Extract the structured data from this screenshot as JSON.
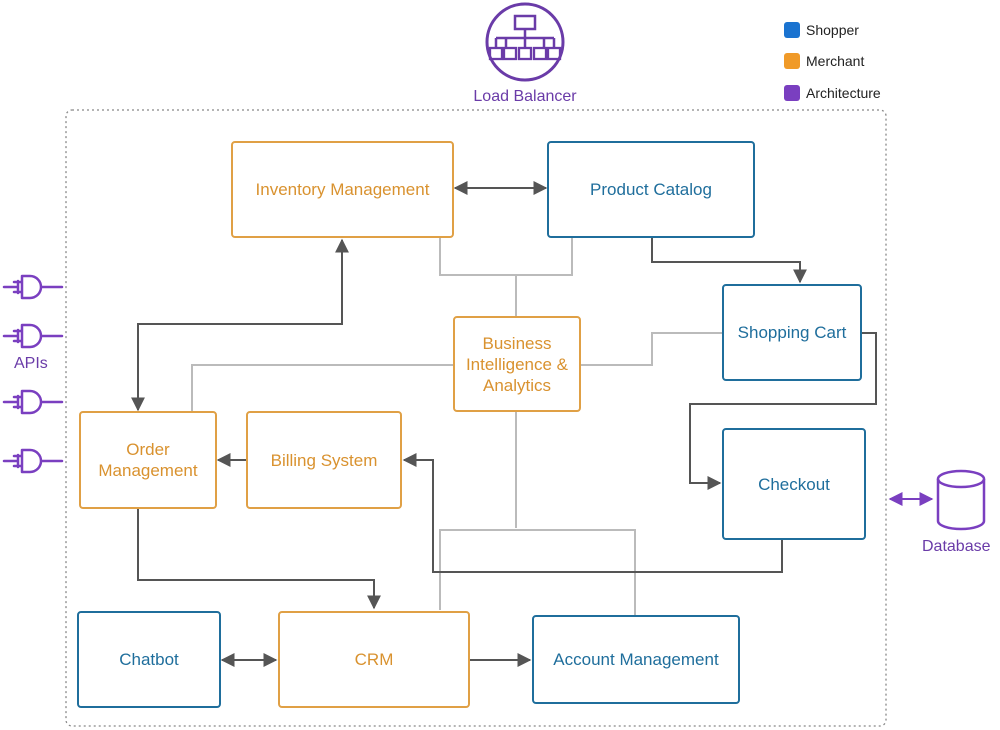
{
  "colors": {
    "shopper": "#1F6E9C",
    "merchant": "#E0A045",
    "architecture": "#6A3BA8",
    "shopper_legend": "#1A73D0",
    "merchant_legend": "#F09A28",
    "architecture_legend": "#7A3FC0"
  },
  "legend": [
    {
      "label": "Shopper",
      "color": "#1A73D0"
    },
    {
      "label": "Merchant",
      "color": "#F09A28"
    },
    {
      "label": "Architecture",
      "color": "#7A3FC0"
    }
  ],
  "load_balancer": {
    "label": "Load Balancer",
    "icon": "hierarchy-icon"
  },
  "apis": {
    "label": "APIs",
    "icon": "plug-icon",
    "count": 4
  },
  "database": {
    "label": "Database",
    "icon": "cylinder-icon"
  },
  "nodes": {
    "inventory_management": {
      "label": "Inventory Management",
      "group": "merchant"
    },
    "product_catalog": {
      "label": "Product Catalog",
      "group": "shopper"
    },
    "shopping_cart": {
      "label": "Shopping Cart",
      "group": "shopper"
    },
    "business_intelligence": {
      "label": "Business Intelligence & Analytics",
      "group": "merchant"
    },
    "order_management": {
      "label": "Order Management",
      "group": "merchant"
    },
    "billing_system": {
      "label": "Billing System",
      "group": "merchant"
    },
    "checkout": {
      "label": "Checkout",
      "group": "shopper"
    },
    "chatbot": {
      "label": "Chatbot",
      "group": "shopper"
    },
    "crm": {
      "label": "CRM",
      "group": "merchant"
    },
    "account_management": {
      "label": "Account Management",
      "group": "shopper"
    }
  }
}
